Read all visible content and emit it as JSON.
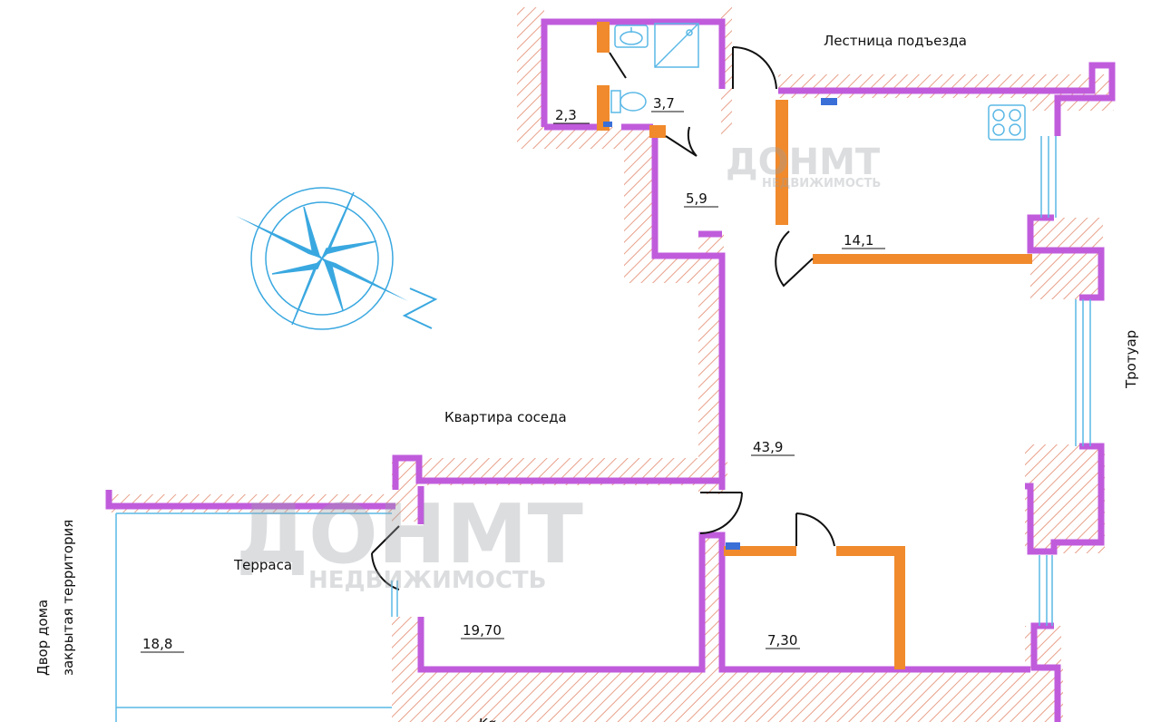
{
  "labels": {
    "stairwell": "Лестница подъезда",
    "neighbor": "Квартира соседа",
    "terrace": "Терраса",
    "sidewalk": "Тротуар",
    "yard_line1": "Двор дома",
    "yard_line2": "закрытая территория",
    "bottom_partial": "Kø"
  },
  "areas": {
    "toilet": "2,3",
    "bathroom": "3,7",
    "hall": "5,9",
    "kitchen": "14,1",
    "living": "43,9",
    "bedroom": "19,70",
    "storage": "7,30",
    "terrace": "18,8"
  },
  "watermark": {
    "brand": "ДОНМТ",
    "sub": "НЕДВИЖИМОСТЬ"
  },
  "colors": {
    "wall": "#c05cdc",
    "partition": "#f08a2c",
    "hatch": "#e8a08a",
    "fixture": "#5ab8e6",
    "compass": "#3aa8e0",
    "watermark": "#9aa0a6"
  }
}
